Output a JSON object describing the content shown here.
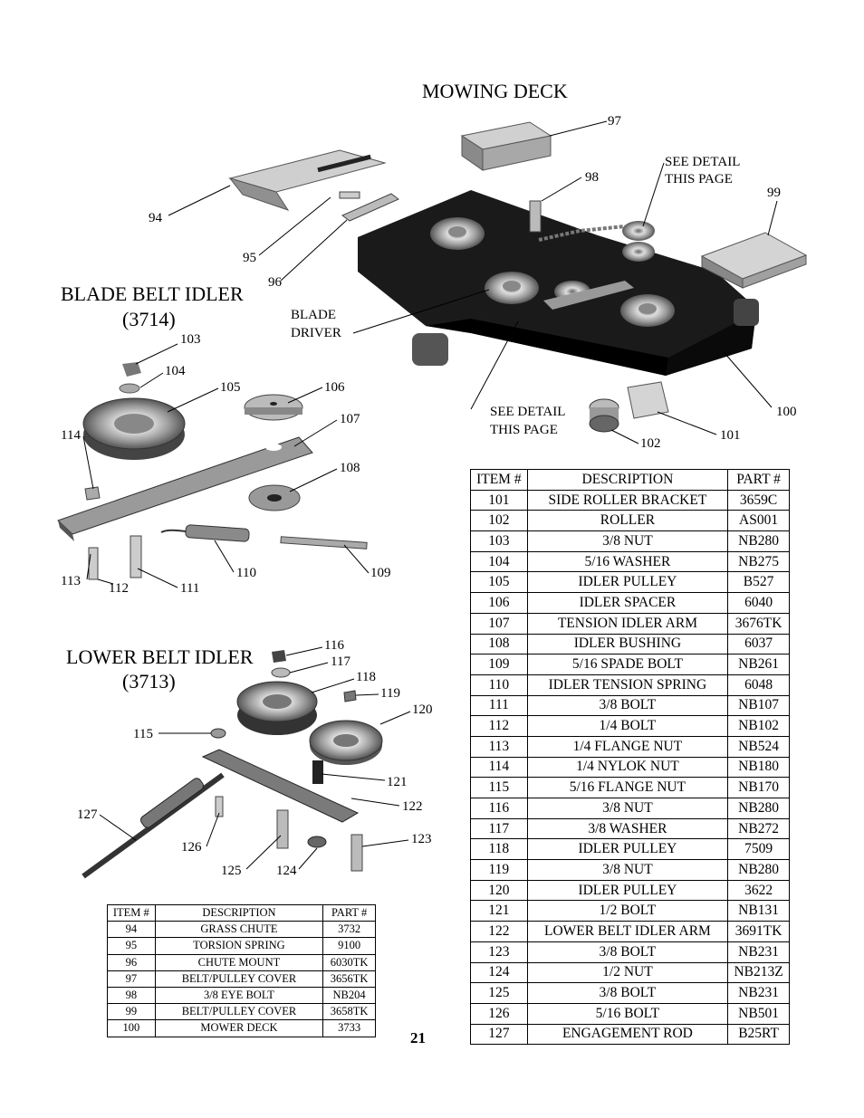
{
  "page": {
    "title": "MOWING DECK",
    "page_number": "21"
  },
  "sections": {
    "blade_belt_idler": {
      "name": "BLADE BELT IDLER",
      "part": "(3714)"
    },
    "lower_belt_idler": {
      "name": "LOWER BELT IDLER",
      "part": "(3713)"
    }
  },
  "callouts": {
    "see_detail_1": "SEE DETAIL",
    "see_detail_1b": "THIS PAGE",
    "see_detail_2": "SEE DETAIL",
    "see_detail_2b": "THIS PAGE",
    "blade_driver_1": "BLADE",
    "blade_driver_2": "DRIVER",
    "n94": "94",
    "n95": "95",
    "n96": "96",
    "n97": "97",
    "n98": "98",
    "n99": "99",
    "n100": "100",
    "n101": "101",
    "n102": "102",
    "n103": "103",
    "n104": "104",
    "n105": "105",
    "n106": "106",
    "n107": "107",
    "n108": "108",
    "n109": "109",
    "n110": "110",
    "n111": "111",
    "n112": "112",
    "n113": "113",
    "n114": "114",
    "n115": "115",
    "n116": "116",
    "n117": "117",
    "n118": "118",
    "n119": "119",
    "n120": "120",
    "n121": "121",
    "n122": "122",
    "n123": "123",
    "n124": "124",
    "n125": "125",
    "n126": "126",
    "n127": "127"
  },
  "main_table": {
    "headers": [
      "ITEM #",
      "DESCRIPTION",
      "PART #"
    ],
    "rows": [
      [
        "101",
        "SIDE ROLLER BRACKET",
        "3659C"
      ],
      [
        "102",
        "ROLLER",
        "AS001"
      ],
      [
        "103",
        "3/8 NUT",
        "NB280"
      ],
      [
        "104",
        "5/16 WASHER",
        "NB275"
      ],
      [
        "105",
        "IDLER PULLEY",
        "B527"
      ],
      [
        "106",
        "IDLER SPACER",
        "6040"
      ],
      [
        "107",
        "TENSION IDLER ARM",
        "3676TK"
      ],
      [
        "108",
        "IDLER BUSHING",
        "6037"
      ],
      [
        "109",
        "5/16 SPADE BOLT",
        "NB261"
      ],
      [
        "110",
        "IDLER TENSION SPRING",
        "6048"
      ],
      [
        "111",
        "3/8 BOLT",
        "NB107"
      ],
      [
        "112",
        "1/4 BOLT",
        "NB102"
      ],
      [
        "113",
        "1/4 FLANGE NUT",
        "NB524"
      ],
      [
        "114",
        "1/4 NYLOK NUT",
        "NB180"
      ],
      [
        "115",
        "5/16 FLANGE NUT",
        "NB170"
      ],
      [
        "116",
        "3/8 NUT",
        "NB280"
      ],
      [
        "117",
        "3/8 WASHER",
        "NB272"
      ],
      [
        "118",
        "IDLER PULLEY",
        "7509"
      ],
      [
        "119",
        "3/8 NUT",
        "NB280"
      ],
      [
        "120",
        "IDLER PULLEY",
        "3622"
      ],
      [
        "121",
        "1/2 BOLT",
        "NB131"
      ],
      [
        "122",
        "LOWER BELT IDLER ARM",
        "3691TK"
      ],
      [
        "123",
        "3/8 BOLT",
        "NB231"
      ],
      [
        "124",
        "1/2 NUT",
        "NB213Z"
      ],
      [
        "125",
        "3/8 BOLT",
        "NB231"
      ],
      [
        "126",
        "5/16 BOLT",
        "NB501"
      ],
      [
        "127",
        "ENGAGEMENT ROD",
        "B25RT"
      ]
    ]
  },
  "small_table": {
    "headers": [
      "ITEM #",
      "DESCRIPTION",
      "PART #"
    ],
    "rows": [
      [
        "94",
        "GRASS CHUTE",
        "3732"
      ],
      [
        "95",
        "TORSION SPRING",
        "9100"
      ],
      [
        "96",
        "CHUTE MOUNT",
        "6030TK"
      ],
      [
        "97",
        "BELT/PULLEY COVER",
        "3656TK"
      ],
      [
        "98",
        "3/8 EYE BOLT",
        "NB204"
      ],
      [
        "99",
        "BELT/PULLEY COVER",
        "3658TK"
      ],
      [
        "100",
        "MOWER DECK",
        "3733"
      ]
    ]
  }
}
